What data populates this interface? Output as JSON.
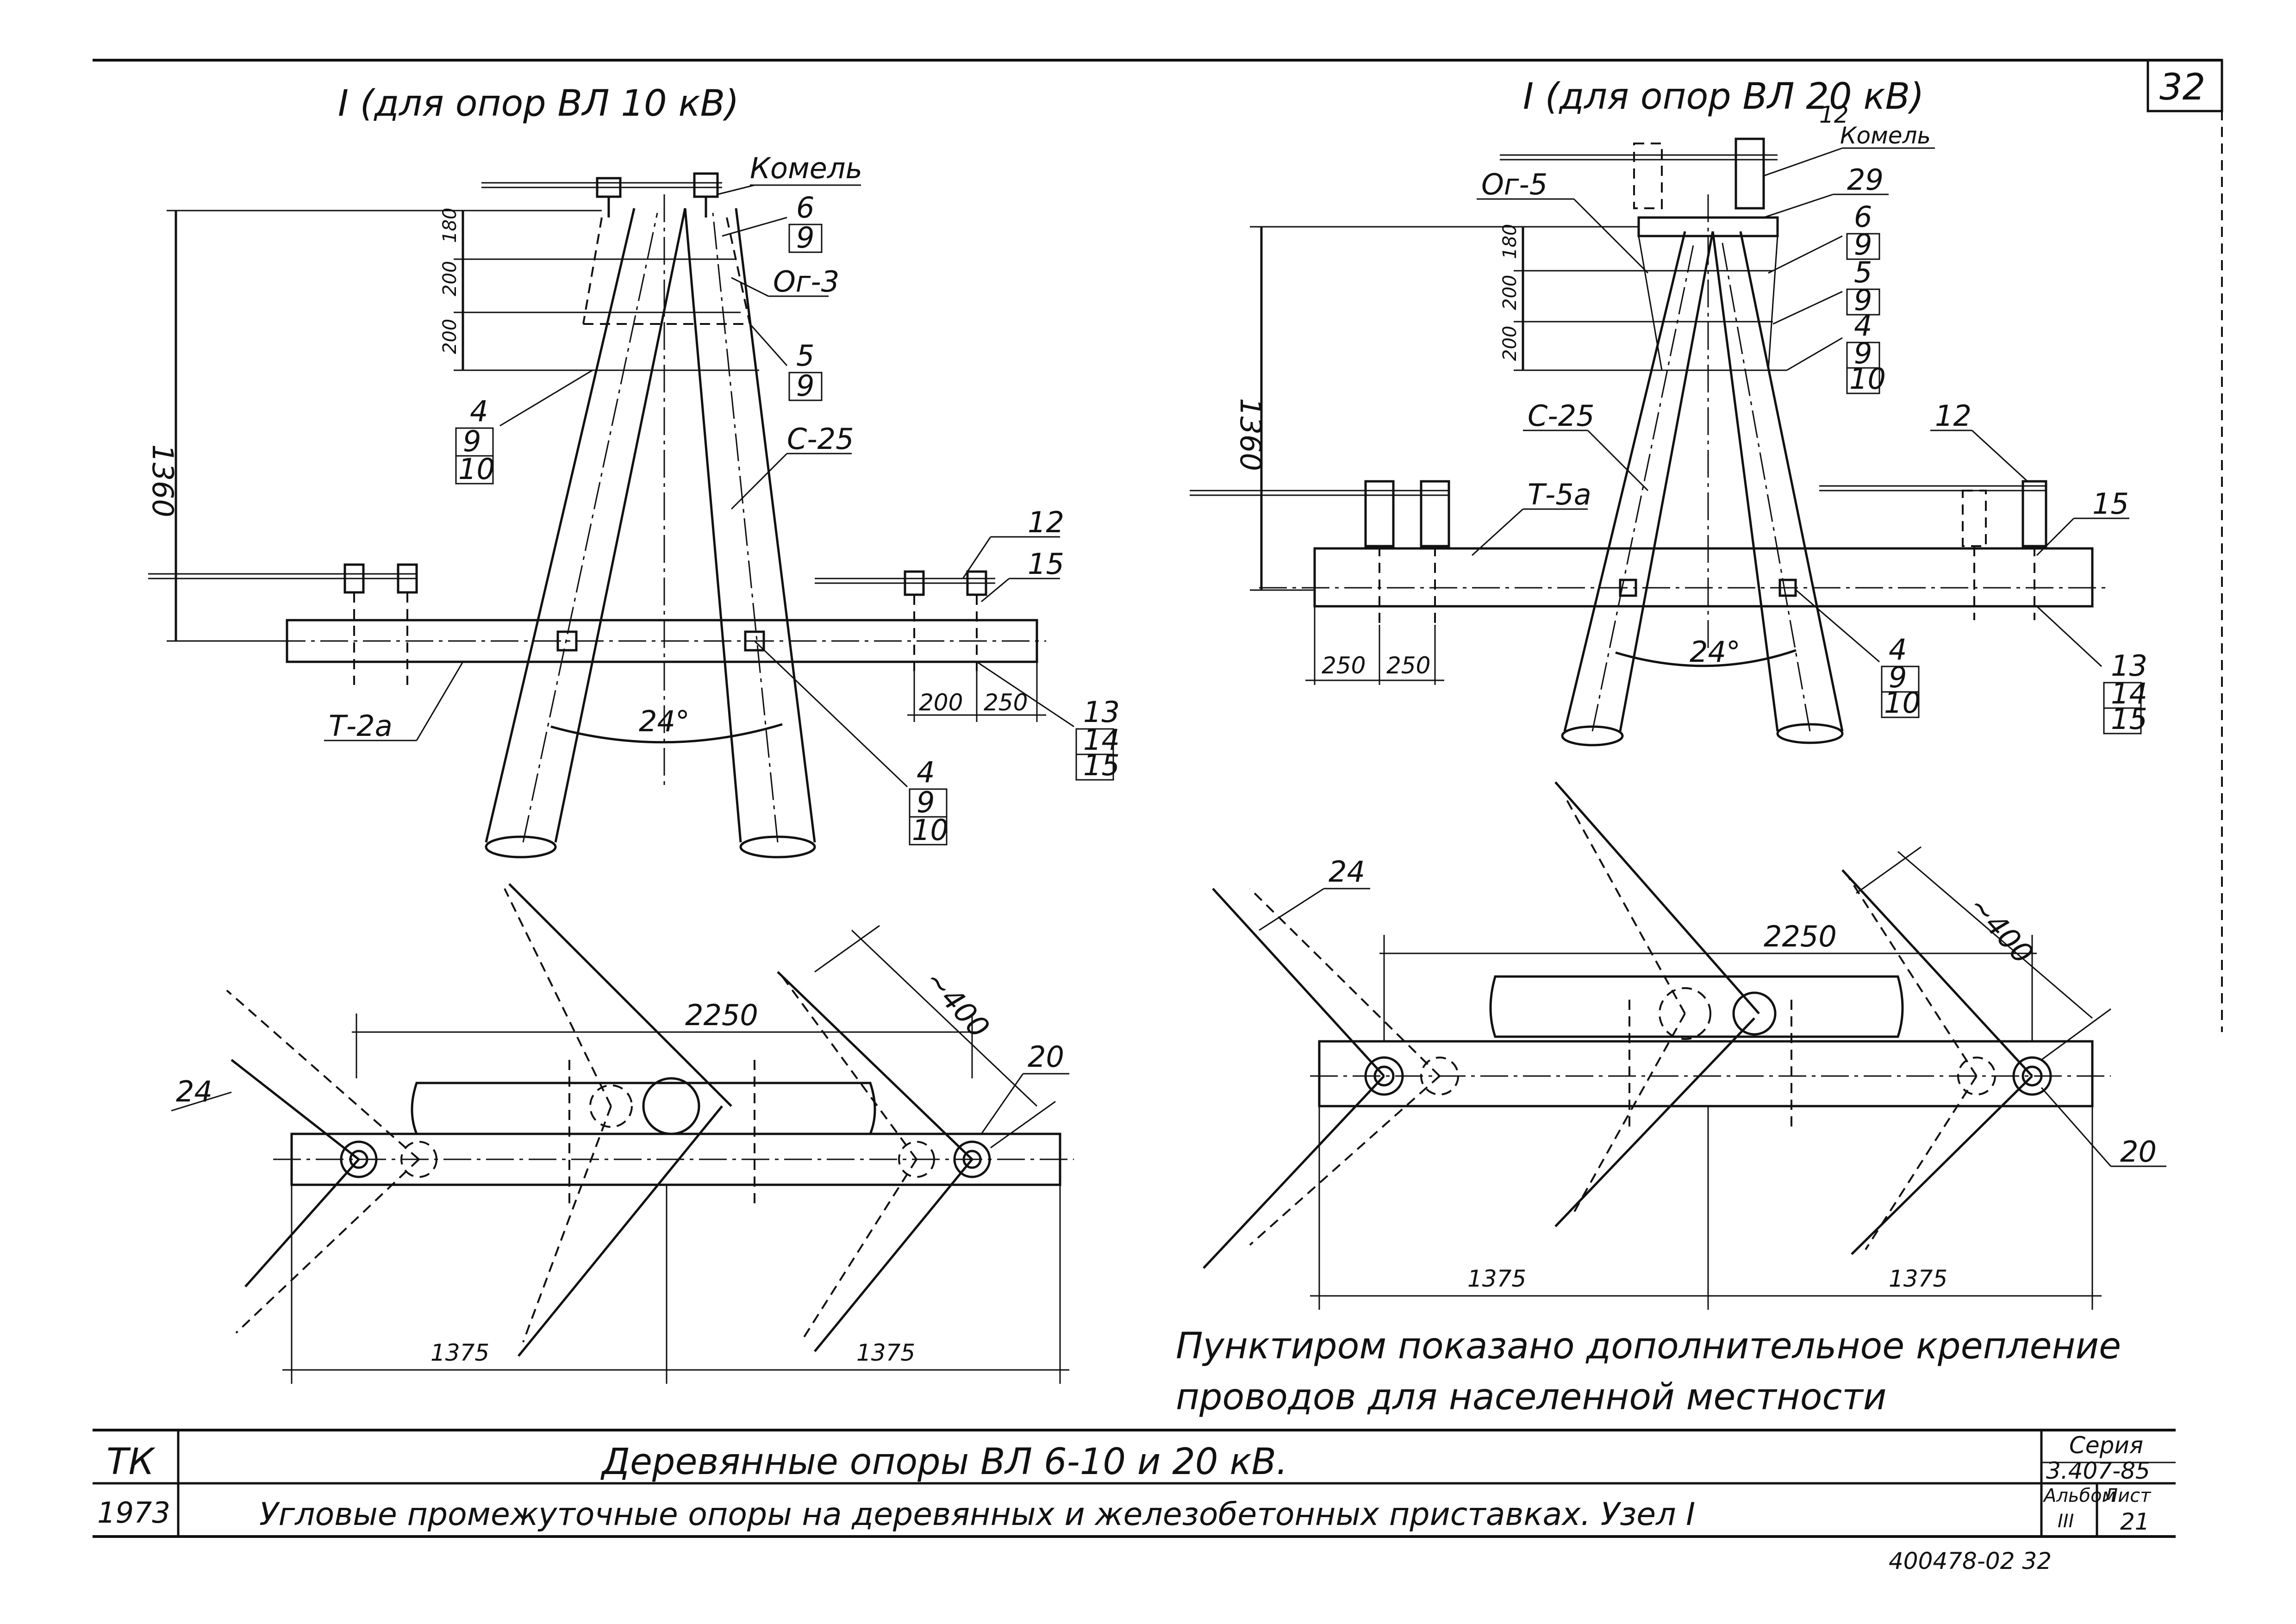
{
  "sheet": {
    "page_number": "32",
    "dimension_note": "Пунктиром показано дополнительное крепление проводов для населенной местности",
    "archive_number": "400478-02  32"
  },
  "left_view": {
    "title": "I   (для опор ВЛ 10 кВ)",
    "labels": {
      "komel": "Комель",
      "og3": "Ог-3",
      "c25": "С-25",
      "t2a": "Т-2а",
      "angle": "24°"
    },
    "callouts": {
      "c6_9": [
        "6",
        "9"
      ],
      "c5_9": [
        "5",
        "9"
      ],
      "c4_9_10_left": [
        "4",
        "9",
        "10"
      ],
      "c4_9_10_bottom": [
        "4",
        "9",
        "10"
      ],
      "c12": "12",
      "c15": "15",
      "c13_14_15": [
        "13",
        "14",
        "15"
      ]
    },
    "dimensions": {
      "height": "1360",
      "d180": "180",
      "d200a": "200",
      "d200b": "200",
      "d200h": "200",
      "d250h": "250"
    }
  },
  "right_view": {
    "title": "I (для опор ВЛ 20 кВ)",
    "labels": {
      "komel": "Комель",
      "og5": "Ог-5",
      "c25": "С-25",
      "t5a": "Т-5а",
      "angle": "24°"
    },
    "callouts": {
      "c12_top": "12",
      "c29": "29",
      "c6_9": [
        "6",
        "9"
      ],
      "c5_9": [
        "5",
        "9"
      ],
      "c4_9_10_top": [
        "4",
        "9",
        "10"
      ],
      "c12_right": "12",
      "c15": "15",
      "c4_9_10_bottom": [
        "4",
        "9",
        "10"
      ],
      "c13_14_15": [
        "13",
        "14",
        "15"
      ]
    },
    "dimensions": {
      "height": "1360",
      "d180": "180",
      "d200a": "200",
      "d200b": "200",
      "d250a": "250",
      "d250b": "250"
    }
  },
  "left_plan": {
    "labels": {
      "c24": "24",
      "c20": "20"
    },
    "dimensions": {
      "d2250": "2250",
      "d400": "~400",
      "d1375a": "1375",
      "d1375b": "1375"
    }
  },
  "right_plan": {
    "labels": {
      "c24": "24",
      "c20": "20"
    },
    "dimensions": {
      "d2250": "2250",
      "d400": "~400",
      "d1375a": "1375",
      "d1375b": "1375"
    }
  },
  "title_block": {
    "org": "ТК",
    "year": "1973",
    "title": "Деревянные опоры ВЛ 6-10 и 20 кВ.",
    "subtitle": "Угловые промежуточные опоры на деревянных и железобетонных приставках. Узел I",
    "series_label": "Серия",
    "series_value": "3.407-85",
    "album_label": "Альбом",
    "album_value": "III",
    "sheet_label": "Лист",
    "sheet_value": "21"
  }
}
